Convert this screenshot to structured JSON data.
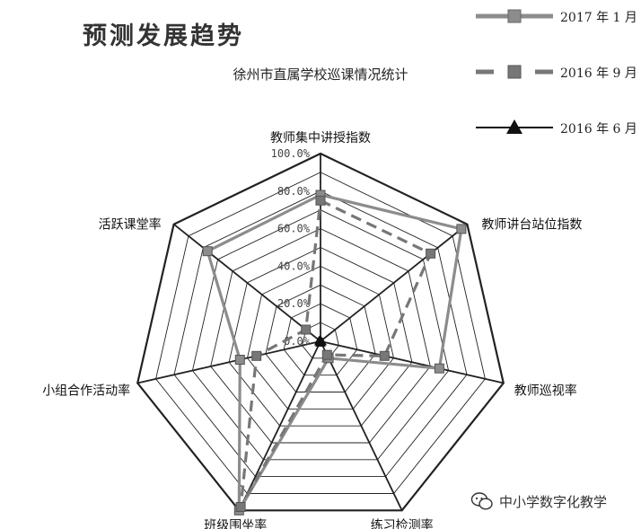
{
  "header": {
    "heading": "预测发展趋势",
    "subtitle": "徐州市直属学校巡课情况统计"
  },
  "watermark": {
    "text": "中小学数字化教学",
    "icon": "wechat-icon"
  },
  "colors": {
    "series_2017": "#8c8c8c",
    "series_2016_9": "#777777",
    "series_2016_6": "#111111",
    "grid": "#222222"
  },
  "chart_data": {
    "type": "radar",
    "title": "",
    "axes": [
      "教师集中讲授指数",
      "教师讲台站位指数",
      "教师巡视率",
      "练习检测率",
      "班级围坐率",
      "小组合作活动率",
      "活跃课堂率"
    ],
    "ticks": [
      "100.0%",
      "80.0%",
      "60.0%",
      "40.0%",
      "20.0%",
      "0.0%"
    ],
    "range": [
      0,
      100
    ],
    "unit": "%",
    "grid_rings": 10,
    "legend_position": "top-right",
    "series": [
      {
        "name": "2017 年 1 月",
        "style": "solid-square",
        "values": [
          78,
          96,
          65,
          10,
          100,
          44,
          77
        ]
      },
      {
        "name": "2016 年 9 月",
        "style": "dashed-square",
        "values": [
          75,
          75,
          35,
          8,
          98,
          35,
          10
        ]
      },
      {
        "name": "2016 年 6 月",
        "style": "solid-triangle",
        "values": [
          1,
          0,
          1,
          1,
          1,
          1,
          1
        ]
      }
    ]
  }
}
